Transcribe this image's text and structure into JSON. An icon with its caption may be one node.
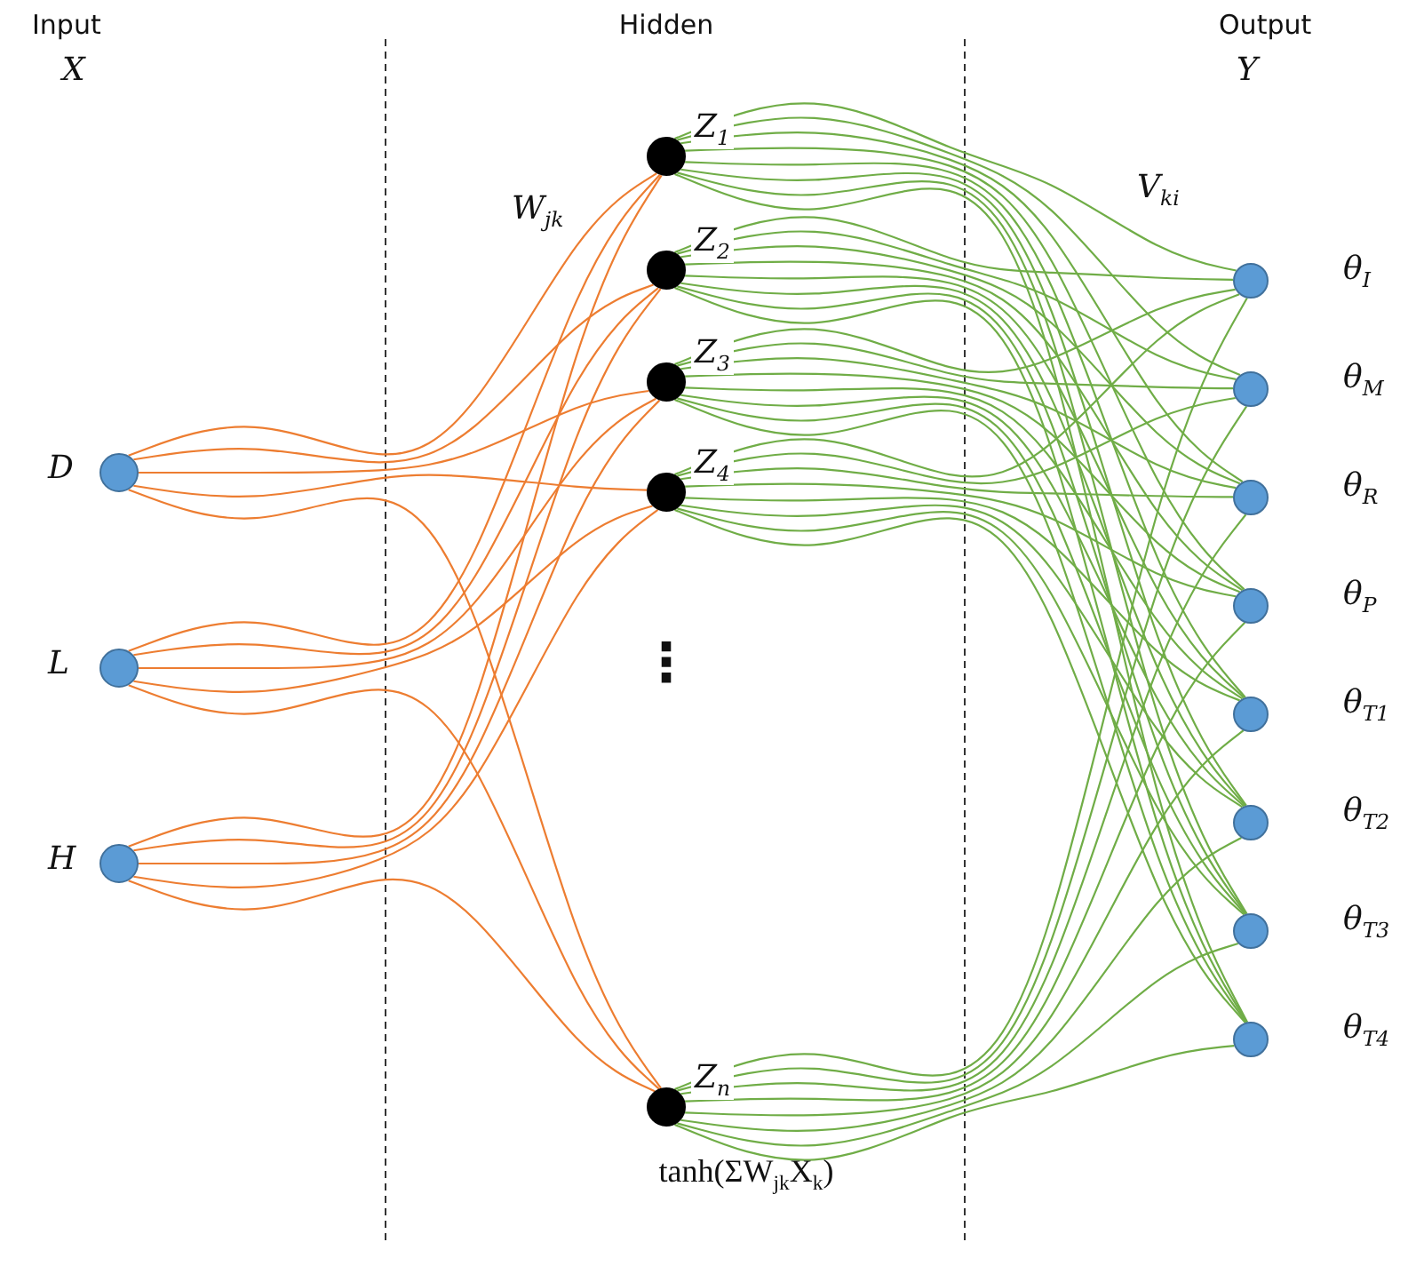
{
  "diagram": {
    "nodes": [
      {
        "text": [],
        "shape": "circle",
        "beside": [
          "D"
        ]
      },
      {
        "text": [],
        "shape": "circle",
        "beside": [
          "L"
        ]
      },
      {
        "text": [],
        "shape": "circle",
        "beside": [
          "H"
        ]
      },
      {
        "text": [],
        "shape": "circle",
        "beside": [
          "Z$_{1}$"
        ]
      },
      {
        "text": [],
        "shape": "circle",
        "beside": [
          "Z$_{2}$"
        ]
      },
      {
        "text": [],
        "shape": "circle",
        "beside": [
          "Z$_{3}$"
        ]
      },
      {
        "text": [],
        "shape": "circle",
        "beside": [
          "Z$_{4}$"
        ]
      },
      {
        "text": [],
        "shape": "circle",
        "beside": [
          "Z$_{n}$"
        ]
      },
      {
        "text": [],
        "shape": "circle",
        "beside": [
          "θ$_{I}$"
        ]
      },
      {
        "text": [],
        "shape": "circle",
        "beside": [
          "θ$_{M}$"
        ]
      },
      {
        "text": [],
        "shape": "circle",
        "beside": [
          "θ$_{R}$"
        ]
      },
      {
        "text": [],
        "shape": "circle",
        "beside": [
          "θ$_{P}$"
        ]
      },
      {
        "text": [],
        "shape": "circle",
        "beside": [
          "θ$_{T1}$"
        ]
      },
      {
        "text": [],
        "shape": "circle",
        "beside": [
          "θ$_{T2}$"
        ]
      },
      {
        "text": [],
        "shape": "circle",
        "beside": [
          "θ$_{T3}$"
        ]
      },
      {
        "text": [],
        "shape": "circle",
        "beside": [
          "θ$_{T4}$"
        ]
      }
    ],
    "edges": [
      {
        "from": 0,
        "to": 3,
        "arrow": "none",
        "color": "#ed7d31"
      },
      {
        "from": 0,
        "to": 4,
        "arrow": "none",
        "color": "#ed7d31"
      },
      {
        "from": 0,
        "to": 5,
        "arrow": "none",
        "color": "#ed7d31"
      },
      {
        "from": 0,
        "to": 6,
        "arrow": "none",
        "color": "#ed7d31"
      },
      {
        "from": 0,
        "to": 7,
        "arrow": "none",
        "color": "#ed7d31"
      },
      {
        "from": 1,
        "to": 3,
        "arrow": "none",
        "color": "#ed7d31"
      },
      {
        "from": 1,
        "to": 4,
        "arrow": "none",
        "color": "#ed7d31"
      },
      {
        "from": 1,
        "to": 5,
        "arrow": "none",
        "color": "#ed7d31"
      },
      {
        "from": 1,
        "to": 6,
        "arrow": "none",
        "color": "#ed7d31"
      },
      {
        "from": 1,
        "to": 7,
        "arrow": "none",
        "color": "#ed7d31"
      },
      {
        "from": 2,
        "to": 3,
        "arrow": "none",
        "color": "#ed7d31"
      },
      {
        "from": 2,
        "to": 4,
        "arrow": "none",
        "color": "#ed7d31"
      },
      {
        "from": 2,
        "to": 5,
        "arrow": "none",
        "color": "#ed7d31"
      },
      {
        "from": 2,
        "to": 6,
        "arrow": "none",
        "color": "#ed7d31"
      },
      {
        "from": 2,
        "to": 7,
        "arrow": "none",
        "color": "#ed7d31"
      },
      {
        "from": 3,
        "to": 8,
        "arrow": "none"
      },
      {
        "from": 3,
        "to": 9,
        "arrow": "none"
      },
      {
        "from": 3,
        "to": 10,
        "arrow": "none"
      },
      {
        "from": 3,
        "to": 11,
        "arrow": "none"
      },
      {
        "from": 3,
        "to": 12,
        "arrow": "none"
      },
      {
        "from": 3,
        "to": 13,
        "arrow": "none"
      },
      {
        "from": 3,
        "to": 14,
        "arrow": "none"
      },
      {
        "from": 3,
        "to": 15,
        "arrow": "none"
      },
      {
        "from": 4,
        "to": 8,
        "arrow": "none"
      },
      {
        "from": 4,
        "to": 9,
        "arrow": "none"
      },
      {
        "from": 4,
        "to": 10,
        "arrow": "none"
      },
      {
        "from": 4,
        "to": 11,
        "arrow": "none"
      },
      {
        "from": 4,
        "to": 12,
        "arrow": "none"
      },
      {
        "from": 4,
        "to": 13,
        "arrow": "none"
      },
      {
        "from": 4,
        "to": 14,
        "arrow": "none"
      },
      {
        "from": 4,
        "to": 15,
        "arrow": "none"
      },
      {
        "from": 5,
        "to": 8,
        "arrow": "none"
      },
      {
        "from": 5,
        "to": 9,
        "arrow": "none"
      },
      {
        "from": 5,
        "to": 10,
        "arrow": "none"
      },
      {
        "from": 5,
        "to": 11,
        "arrow": "none"
      },
      {
        "from": 5,
        "to": 12,
        "arrow": "none"
      },
      {
        "from": 5,
        "to": 13,
        "arrow": "none"
      },
      {
        "from": 5,
        "to": 14,
        "arrow": "none"
      },
      {
        "from": 5,
        "to": 15,
        "arrow": "none"
      },
      {
        "from": 6,
        "to": 8,
        "arrow": "none"
      },
      {
        "from": 6,
        "to": 9,
        "arrow": "none"
      },
      {
        "from": 6,
        "to": 10,
        "arrow": "none"
      },
      {
        "from": 6,
        "to": 11,
        "arrow": "none"
      },
      {
        "from": 6,
        "to": 12,
        "arrow": "none"
      },
      {
        "from": 6,
        "to": 13,
        "arrow": "none"
      },
      {
        "from": 6,
        "to": 14,
        "arrow": "none"
      },
      {
        "from": 6,
        "to": 15,
        "arrow": "none"
      },
      {
        "from": 7,
        "to": 8,
        "arrow": "none"
      },
      {
        "from": 7,
        "to": 9,
        "arrow": "none"
      },
      {
        "from": 7,
        "to": 10,
        "arrow": "none"
      },
      {
        "from": 7,
        "to": 11,
        "arrow": "none"
      },
      {
        "from": 7,
        "to": 12,
        "arrow": "none"
      },
      {
        "from": 7,
        "to": 13,
        "arrow": "none"
      },
      {
        "from": 7,
        "to": 14,
        "arrow": "none"
      },
      {
        "from": 7,
        "to": 15,
        "arrow": "none"
      }
    ],
    "labels": [
      "Input",
      "X",
      "Hidden",
      "Output",
      "Y",
      "W$_{jk}$",
      "V$_{ki}$",
      "⋮",
      "tanh(ΣW$_{jk}$X$_{k}$)"
    ]
  }
}
